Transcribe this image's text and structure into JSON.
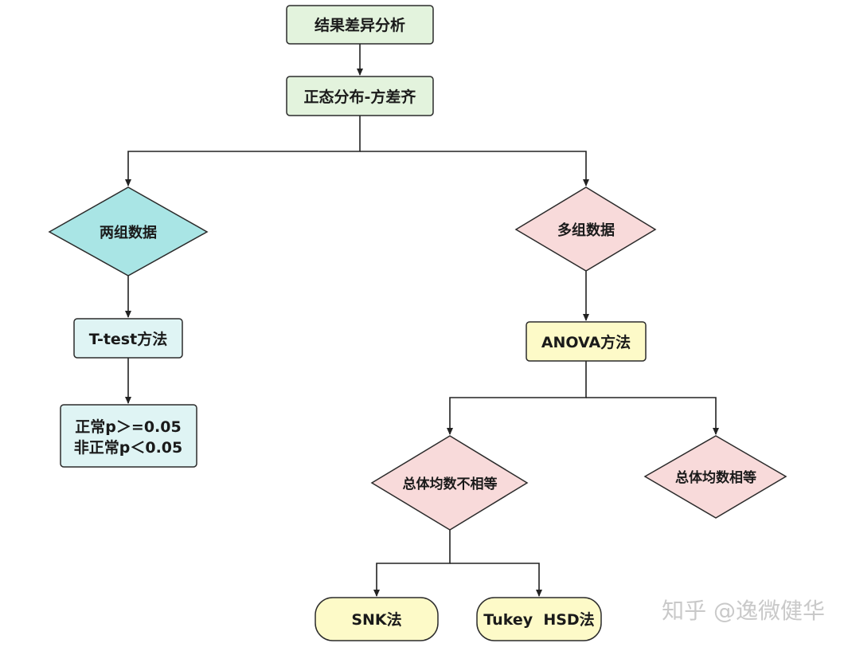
{
  "nodes": {
    "root": "结果差异分析",
    "check": "正态分布-方差齐",
    "two_groups": "两组数据",
    "multi_groups": "多组数据",
    "ttest": "T-test方法",
    "ttest_result_line1": "正常p＞=0.05",
    "ttest_result_line2": "非正常p＜0.05",
    "anova": "ANOVA方法",
    "unequal": "总体均数不相等",
    "equal": "总体均数相等",
    "snk": "SNK法",
    "tukey": "Tukey  HSD法"
  },
  "watermark": "知乎 @逸微健华",
  "colors": {
    "green_fill": "#e3f3dd",
    "cyan_fill": "#a9e5e5",
    "light_cyan_fill": "#dff4f4",
    "pink_fill": "#f8dada",
    "yellow_fill": "#fdfac8",
    "stroke": "#2b2b2b"
  }
}
